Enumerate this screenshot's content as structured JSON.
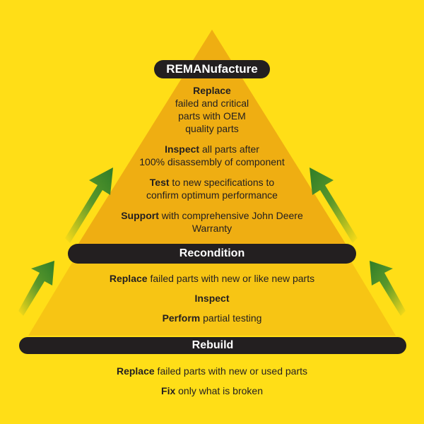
{
  "colors": {
    "background": "#FFDE17",
    "pyramid_outer": "#F7C514",
    "pyramid_inner": "#EFAE12",
    "banner": "#231f20",
    "arrow": "#3C8A2E"
  },
  "icons": [
    "arrow-up-right-icon",
    "arrow-up-left-icon"
  ],
  "reman": {
    "title": "REMANufacture",
    "replace": {
      "bold": "Replace",
      "lines": [
        "failed and critical",
        "parts with OEM",
        "quality parts"
      ]
    },
    "inspect": {
      "bold": "Inspect",
      "rest": " all parts after",
      "line2": "100% disassembly of component"
    },
    "test": {
      "bold": "Test",
      "rest": " to new specifications to",
      "line2": "confirm optimum performance"
    },
    "support": {
      "bold": "Support",
      "rest": " with comprehensive John Deere",
      "line2": "Warranty"
    }
  },
  "recondition": {
    "title": "Recondition",
    "replace": {
      "bold": "Replace",
      "rest": " failed parts with new or like new parts"
    },
    "inspect": {
      "bold": "Inspect"
    },
    "perform": {
      "bold": "Perform",
      "rest": " partial testing"
    }
  },
  "rebuild": {
    "title": "Rebuild",
    "replace": {
      "bold": "Replace",
      "rest": " failed parts with new or used parts"
    },
    "fix": {
      "bold": "Fix",
      "rest": " only what is broken"
    }
  }
}
